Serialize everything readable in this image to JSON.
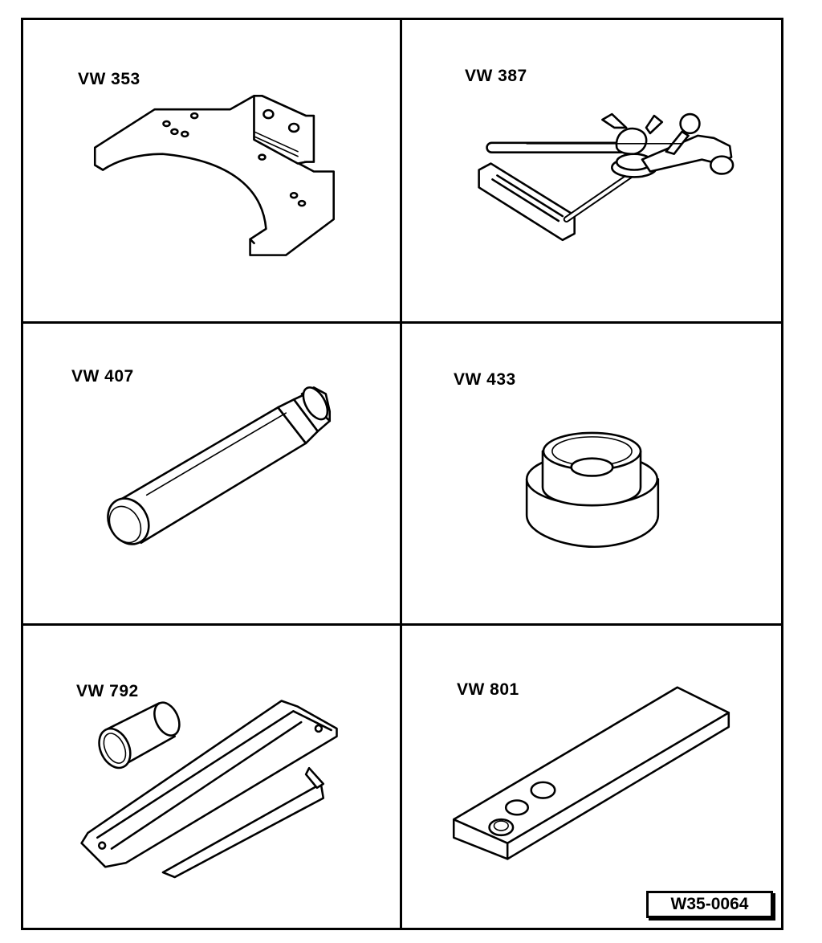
{
  "tools": [
    {
      "label": "VW 353",
      "icon": "mounting-plate-icon"
    },
    {
      "label": "VW 387",
      "icon": "dial-gauge-holder-icon"
    },
    {
      "label": "VW 407",
      "icon": "drift-sleeve-icon"
    },
    {
      "label": "VW 433",
      "icon": "thrust-pad-icon"
    },
    {
      "label": "VW 792",
      "icon": "puller-rail-icon"
    },
    {
      "label": "VW 801",
      "icon": "flat-plate-icon"
    }
  ],
  "reference_code": "W35-0064"
}
